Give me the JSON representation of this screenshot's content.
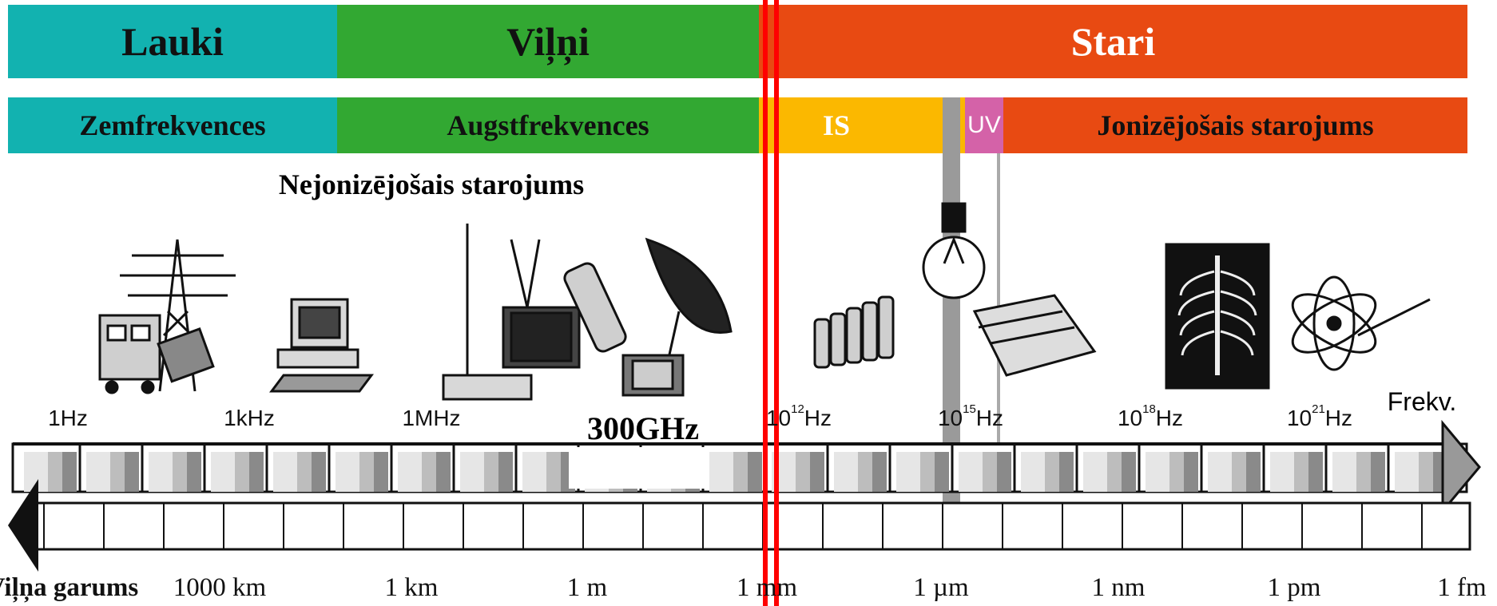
{
  "bands_top": [
    {
      "label": "Lauki",
      "color": "#12b2b0",
      "text_color": "#111111"
    },
    {
      "label": "Viļņi",
      "color": "#32a832",
      "text_color": "#111111"
    },
    {
      "label": "Stari",
      "color": "#e84a12",
      "text_color": "#ffffff"
    }
  ],
  "bands_bottom": [
    {
      "label": "Zemfrekvences",
      "color": "#12b2b0",
      "text_color": "#111111"
    },
    {
      "label": "Augstfrekvences",
      "color": "#32a832",
      "text_color": "#111111"
    },
    {
      "label": "IS",
      "color": "#fbb800",
      "text_color": "#ffffff"
    },
    {
      "label": "UV",
      "color": "#d462a8",
      "text_color": "#ffffff"
    },
    {
      "label": "Jonizējošais starojums",
      "color": "#e84a12",
      "text_color": "#111111"
    }
  ],
  "non_ionizing_label": "Nejonizējošais starojums",
  "frequency_axis": {
    "name": "Frekv.",
    "labels": [
      {
        "base": "1Hz",
        "exp": ""
      },
      {
        "base": "1kHz",
        "exp": ""
      },
      {
        "base": "1MHz",
        "exp": ""
      },
      {
        "base": "10",
        "exp": "12",
        "unit": "Hz"
      },
      {
        "base": "10",
        "exp": "15",
        "unit": "Hz"
      },
      {
        "base": "10",
        "exp": "18",
        "unit": "Hz"
      },
      {
        "base": "10",
        "exp": "21",
        "unit": "Hz"
      }
    ],
    "highlight": "300GHz"
  },
  "wavelength_axis": {
    "name": "Viļņa garums",
    "labels": [
      "1000 km",
      "1 km",
      "1 m",
      "1 mm",
      "1 µm",
      "1 nm",
      "1 pm",
      "1 fm"
    ]
  },
  "icons": [
    "power-line-train-icon",
    "computer-icon",
    "radio-tv-phone-icon",
    "satellite-dish-icon",
    "heater-icon",
    "light-bulb-icon",
    "uv-lamp-icon",
    "xray-chest-icon",
    "atom-icon"
  ],
  "divider_color": "#ff0000"
}
